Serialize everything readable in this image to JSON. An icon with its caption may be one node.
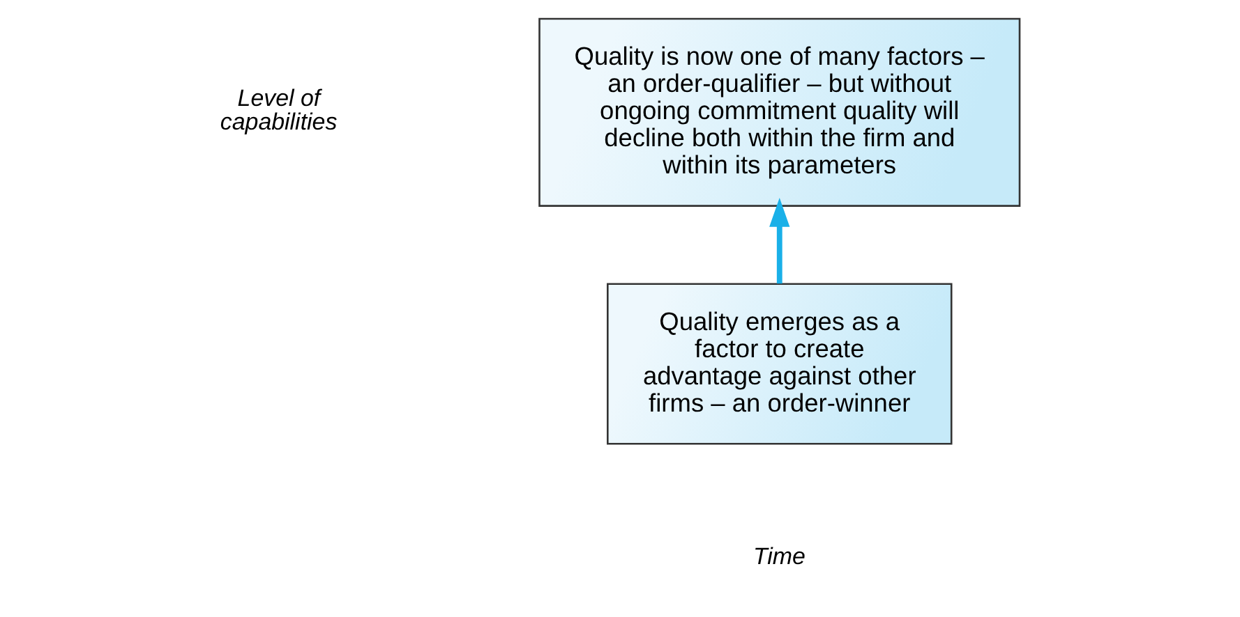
{
  "diagram": {
    "nodes": [
      {
        "text": [
          "Quality emerges as a factor to create advantage against other firms – an order-winner"
        ]
      },
      {
        "text": [
          "Quality is now one of many factors – an order-qualifier – but without ongoing commitment quality will decline both within the firm and within its parameters"
        ]
      }
    ],
    "edges": [
      {
        "from": 0,
        "to": 1,
        "arrow": "to",
        "color": "#1ab0e8"
      }
    ],
    "labels": [
      "Level of capabilities",
      "Time"
    ]
  }
}
